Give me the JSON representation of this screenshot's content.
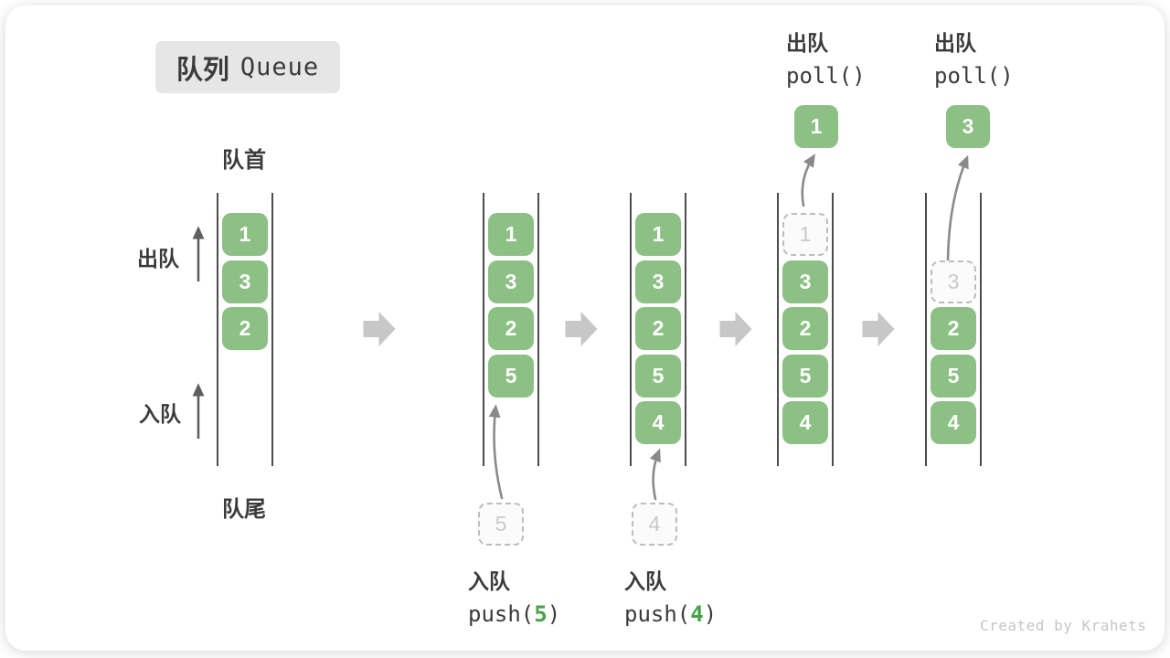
{
  "title": {
    "zh": "队列",
    "en": "Queue"
  },
  "labels": {
    "front": "队首",
    "rear": "队尾",
    "dequeue": "出队",
    "enqueue": "入队"
  },
  "colors": {
    "box_green": "#8CC084",
    "code_green": "#47A346",
    "block_arrow": "#C7C7C7",
    "thin_arrow": "#8A8A8A",
    "label_arrow": "#5F5F5F",
    "queue_line": "#4C4C4C",
    "text": "#3B3B3B",
    "ghost_border": "#BDBDBD",
    "ghost_text": "#C9C9C9",
    "badge_bg": "#E6E6E6",
    "watermark": "#C6C6C6"
  },
  "queues": [
    {
      "name": "state-1",
      "slots": [
        {
          "row": 0,
          "value": "1",
          "style": "solid"
        },
        {
          "row": 1,
          "value": "3",
          "style": "solid"
        },
        {
          "row": 2,
          "value": "2",
          "style": "solid"
        }
      ]
    },
    {
      "name": "state-2-after-push-5",
      "slots": [
        {
          "row": 0,
          "value": "1",
          "style": "solid"
        },
        {
          "row": 1,
          "value": "3",
          "style": "solid"
        },
        {
          "row": 2,
          "value": "2",
          "style": "solid"
        },
        {
          "row": 3,
          "value": "5",
          "style": "solid"
        }
      ],
      "incoming": "5"
    },
    {
      "name": "state-3-after-push-4",
      "slots": [
        {
          "row": 0,
          "value": "1",
          "style": "solid"
        },
        {
          "row": 1,
          "value": "3",
          "style": "solid"
        },
        {
          "row": 2,
          "value": "2",
          "style": "solid"
        },
        {
          "row": 3,
          "value": "5",
          "style": "solid"
        },
        {
          "row": 4,
          "value": "4",
          "style": "solid"
        }
      ],
      "incoming": "4"
    },
    {
      "name": "state-4-after-poll",
      "slots": [
        {
          "row": 0,
          "value": "1",
          "style": "ghost"
        },
        {
          "row": 1,
          "value": "3",
          "style": "solid"
        },
        {
          "row": 2,
          "value": "2",
          "style": "solid"
        },
        {
          "row": 3,
          "value": "5",
          "style": "solid"
        },
        {
          "row": 4,
          "value": "4",
          "style": "solid"
        }
      ],
      "outgoing": "1"
    },
    {
      "name": "state-5-after-poll",
      "slots": [
        {
          "row": 1,
          "value": "3",
          "style": "ghost"
        },
        {
          "row": 2,
          "value": "2",
          "style": "solid"
        },
        {
          "row": 3,
          "value": "5",
          "style": "solid"
        },
        {
          "row": 4,
          "value": "4",
          "style": "solid"
        }
      ],
      "outgoing": "3"
    }
  ],
  "annotations": {
    "push": [
      {
        "label": "入队",
        "code_pre": "push(",
        "arg": "5",
        "code_post": ")"
      },
      {
        "label": "入队",
        "code_pre": "push(",
        "arg": "4",
        "code_post": ")"
      }
    ],
    "poll": [
      {
        "label": "出队",
        "code": "poll()"
      },
      {
        "label": "出队",
        "code": "poll()"
      }
    ]
  },
  "watermark": "Created by Krahets"
}
